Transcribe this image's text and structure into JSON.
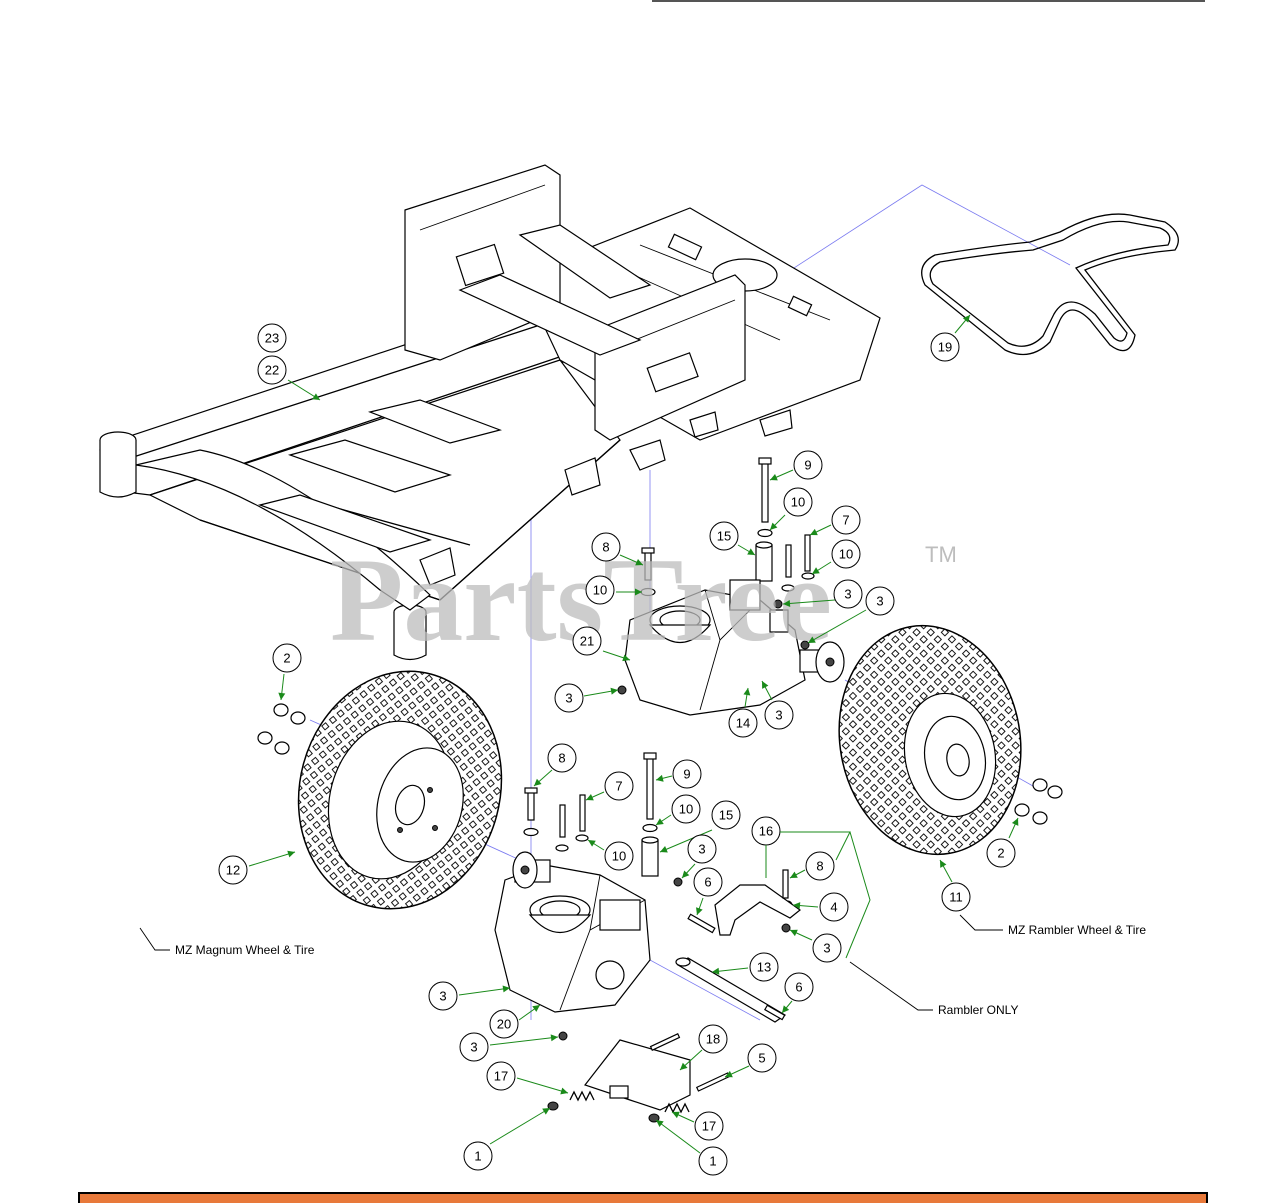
{
  "watermark": {
    "brand": "PartsTree",
    "tm": "TM"
  },
  "callouts": [
    {
      "id": "c23",
      "label": "23"
    },
    {
      "id": "c22",
      "label": "22"
    },
    {
      "id": "c19",
      "label": "19"
    },
    {
      "id": "c9a",
      "label": "9"
    },
    {
      "id": "c10a",
      "label": "10"
    },
    {
      "id": "c7a",
      "label": "7"
    },
    {
      "id": "c15a",
      "label": "15"
    },
    {
      "id": "c10b",
      "label": "10"
    },
    {
      "id": "c8a",
      "label": "8"
    },
    {
      "id": "c10c",
      "label": "10"
    },
    {
      "id": "c3a",
      "label": "3"
    },
    {
      "id": "c3b",
      "label": "3"
    },
    {
      "id": "c21",
      "label": "21"
    },
    {
      "id": "c3c",
      "label": "3"
    },
    {
      "id": "c14",
      "label": "14"
    },
    {
      "id": "c3d",
      "label": "3"
    },
    {
      "id": "c2a",
      "label": "2"
    },
    {
      "id": "c8b",
      "label": "8"
    },
    {
      "id": "c7b",
      "label": "7"
    },
    {
      "id": "c9b",
      "label": "9"
    },
    {
      "id": "c10d",
      "label": "10"
    },
    {
      "id": "c15b",
      "label": "15"
    },
    {
      "id": "c10e",
      "label": "10"
    },
    {
      "id": "c3e",
      "label": "3"
    },
    {
      "id": "c16",
      "label": "16"
    },
    {
      "id": "c8c",
      "label": "8"
    },
    {
      "id": "c12",
      "label": "12"
    },
    {
      "id": "c6a",
      "label": "6"
    },
    {
      "id": "c4",
      "label": "4"
    },
    {
      "id": "c3f",
      "label": "3"
    },
    {
      "id": "c13",
      "label": "13"
    },
    {
      "id": "c6b",
      "label": "6"
    },
    {
      "id": "c3g",
      "label": "3"
    },
    {
      "id": "c20",
      "label": "20"
    },
    {
      "id": "c3h",
      "label": "3"
    },
    {
      "id": "c18",
      "label": "18"
    },
    {
      "id": "c17a",
      "label": "17"
    },
    {
      "id": "c5",
      "label": "5"
    },
    {
      "id": "c17b",
      "label": "17"
    },
    {
      "id": "c1a",
      "label": "1"
    },
    {
      "id": "c1b",
      "label": "1"
    },
    {
      "id": "c2b",
      "label": "2"
    },
    {
      "id": "c11",
      "label": "11"
    }
  ],
  "notes": {
    "magnum": "MZ Magnum Wheel & Tire",
    "rambler_wheel": "MZ Rambler Wheel & Tire",
    "rambler_only": "Rambler ONLY"
  },
  "colors": {
    "leader": "#1a8a1a",
    "reference_line": "#7a7af0",
    "footer_bar": "#e8793a",
    "watermark": "#bdbdbd"
  }
}
